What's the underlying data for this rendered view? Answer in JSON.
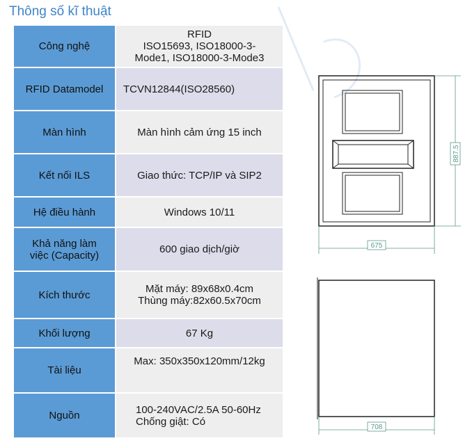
{
  "title": "Thông số kĩ thuật",
  "rows": [
    {
      "label": "Công nghệ",
      "lines": [
        "RFID",
        "ISO15693, ISO18000-3-",
        "Mode1, ISO18000-3-Mode3"
      ]
    },
    {
      "label": "RFID Datamodel",
      "lines": [
        "TCVN12844(ISO28560)"
      ]
    },
    {
      "label": "Màn hình",
      "lines": [
        "Màn hình cảm ứng 15 inch"
      ]
    },
    {
      "label": "Kết nối ILS",
      "lines": [
        "Giao thức: TCP/IP và SIP2"
      ]
    },
    {
      "label": "Hệ điều hành",
      "lines": [
        "Windows 10/11"
      ]
    },
    {
      "label_lines": [
        "Khả năng làm",
        "việc (Capacity)"
      ],
      "lines": [
        "600 giao dịch/giờ"
      ]
    },
    {
      "label": "Kích thước",
      "lines": [
        "Mặt máy: 89x68x0.4cm",
        "Thùng máy:82x60.5x70cm"
      ]
    },
    {
      "label": "Khối lượng",
      "lines": [
        "67 Kg"
      ]
    },
    {
      "label": "Tài liệu",
      "lines": [
        "Max: 350x350x120mm/12kg"
      ]
    },
    {
      "label": "Nguồn",
      "lines": [
        "100-240VAC/2.5A 50-60Hz",
        "Chống giật: Có"
      ]
    }
  ],
  "drawing": {
    "front_width": "675",
    "front_height": "887.5",
    "side_width": "708"
  },
  "colors": {
    "label_bg": "#5b9bd5",
    "value_bg": "#eeeeee",
    "value_bg_alt": "#dcdcea",
    "title": "#3f84c8",
    "dim": "#5a9a8a"
  }
}
